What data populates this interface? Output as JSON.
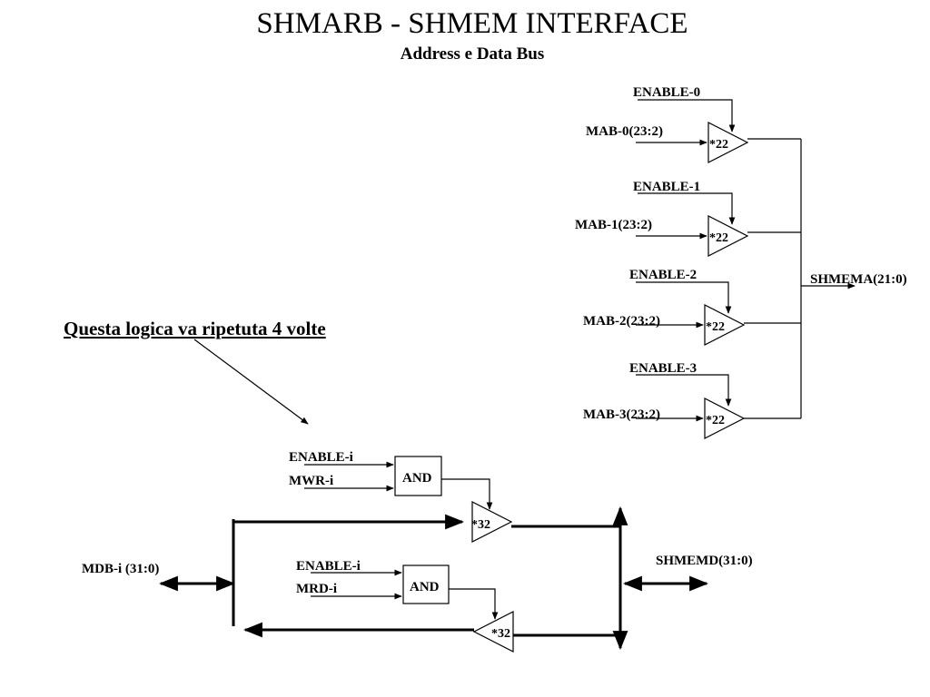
{
  "title": "SHMARB - SHMEM INTERFACE",
  "subtitle": "Address e Data Bus",
  "note": "Questa logica va ripetuta 4 volte",
  "address_section": {
    "buffers": [
      {
        "enable": "ENABLE-0",
        "input": "MAB-0(23:2)",
        "width": "*22"
      },
      {
        "enable": "ENABLE-1",
        "input": "MAB-1(23:2)",
        "width": "*22"
      },
      {
        "enable": "ENABLE-2",
        "input": "MAB-2(23:2)",
        "width": "*22"
      },
      {
        "enable": "ENABLE-3",
        "input": "MAB-3(23:2)",
        "width": "*22"
      }
    ],
    "output": "SHMEMA(21:0)"
  },
  "data_section": {
    "write_path": {
      "enable": "ENABLE-i",
      "control": "MWR-i",
      "gate": "AND",
      "width": "*32"
    },
    "read_path": {
      "enable": "ENABLE-i",
      "control": "MRD-i",
      "gate": "AND",
      "width": "*32"
    },
    "left_bus": "MDB-i (31:0)",
    "right_bus": "SHMEMD(31:0)"
  }
}
